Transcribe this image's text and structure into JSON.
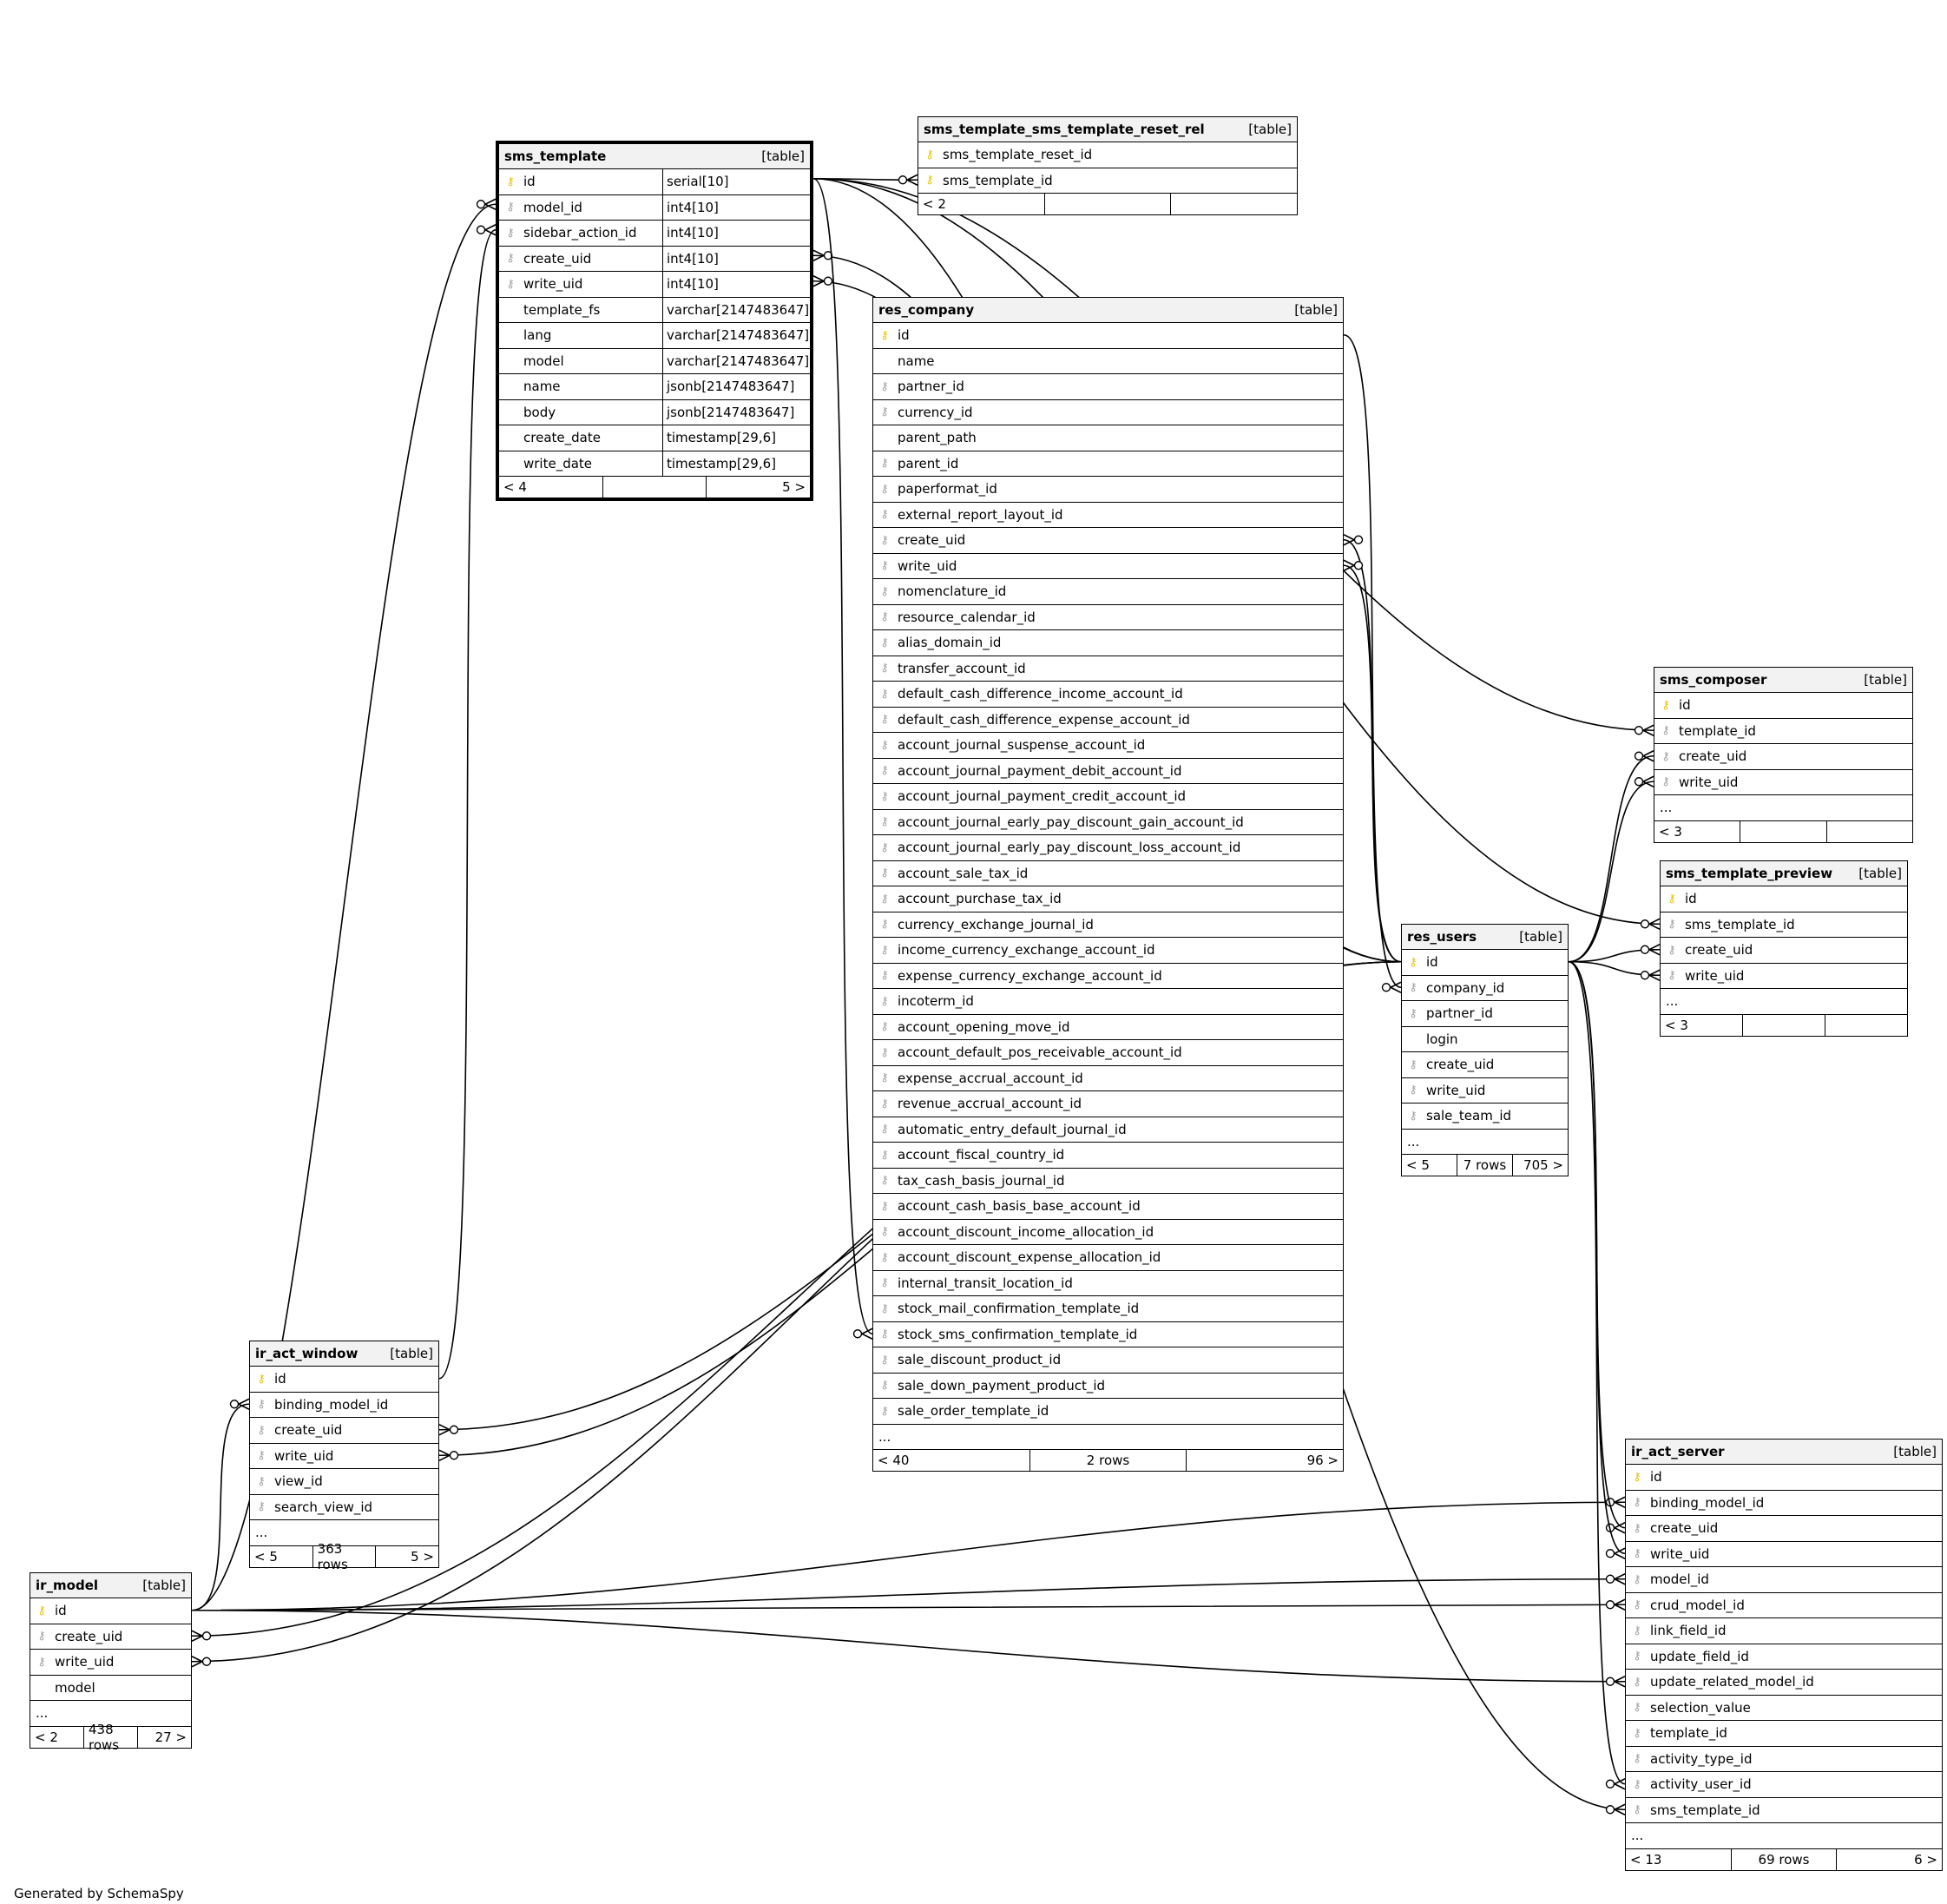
{
  "credit": "Generated by SchemaSpy",
  "tables": {
    "sms_template": {
      "name": "sms_template",
      "kind": "[table]",
      "columns": [
        {
          "name": "id",
          "type": "serial[10]",
          "key": "pk"
        },
        {
          "name": "model_id",
          "type": "int4[10]",
          "key": "fk"
        },
        {
          "name": "sidebar_action_id",
          "type": "int4[10]",
          "key": "fk"
        },
        {
          "name": "create_uid",
          "type": "int4[10]",
          "key": "fk"
        },
        {
          "name": "write_uid",
          "type": "int4[10]",
          "key": "fk"
        },
        {
          "name": "template_fs",
          "type": "varchar[2147483647]",
          "key": ""
        },
        {
          "name": "lang",
          "type": "varchar[2147483647]",
          "key": ""
        },
        {
          "name": "model",
          "type": "varchar[2147483647]",
          "key": ""
        },
        {
          "name": "name",
          "type": "jsonb[2147483647]",
          "key": ""
        },
        {
          "name": "body",
          "type": "jsonb[2147483647]",
          "key": ""
        },
        {
          "name": "create_date",
          "type": "timestamp[29,6]",
          "key": ""
        },
        {
          "name": "write_date",
          "type": "timestamp[29,6]",
          "key": ""
        }
      ],
      "more": "",
      "footer": [
        "< 4",
        "",
        "5 >"
      ]
    },
    "sms_template_sms_template_reset_rel": {
      "name": "sms_template_sms_template_reset_rel",
      "kind": "[table]",
      "columns": [
        {
          "name": "sms_template_reset_id",
          "key": "pk"
        },
        {
          "name": "sms_template_id",
          "key": "pk"
        }
      ],
      "more": "",
      "footer": [
        "< 2",
        "",
        ""
      ]
    },
    "res_company": {
      "name": "res_company",
      "kind": "[table]",
      "columns": [
        {
          "name": "id",
          "key": "pk"
        },
        {
          "name": "name",
          "key": ""
        },
        {
          "name": "partner_id",
          "key": "fk"
        },
        {
          "name": "currency_id",
          "key": "fk"
        },
        {
          "name": "parent_path",
          "key": ""
        },
        {
          "name": "parent_id",
          "key": "fk"
        },
        {
          "name": "paperformat_id",
          "key": "fk"
        },
        {
          "name": "external_report_layout_id",
          "key": "fk"
        },
        {
          "name": "create_uid",
          "key": "fk"
        },
        {
          "name": "write_uid",
          "key": "fk"
        },
        {
          "name": "nomenclature_id",
          "key": "fk"
        },
        {
          "name": "resource_calendar_id",
          "key": "fk"
        },
        {
          "name": "alias_domain_id",
          "key": "fk"
        },
        {
          "name": "transfer_account_id",
          "key": "fk"
        },
        {
          "name": "default_cash_difference_income_account_id",
          "key": "fk"
        },
        {
          "name": "default_cash_difference_expense_account_id",
          "key": "fk"
        },
        {
          "name": "account_journal_suspense_account_id",
          "key": "fk"
        },
        {
          "name": "account_journal_payment_debit_account_id",
          "key": "fk"
        },
        {
          "name": "account_journal_payment_credit_account_id",
          "key": "fk"
        },
        {
          "name": "account_journal_early_pay_discount_gain_account_id",
          "key": "fk"
        },
        {
          "name": "account_journal_early_pay_discount_loss_account_id",
          "key": "fk"
        },
        {
          "name": "account_sale_tax_id",
          "key": "fk"
        },
        {
          "name": "account_purchase_tax_id",
          "key": "fk"
        },
        {
          "name": "currency_exchange_journal_id",
          "key": "fk"
        },
        {
          "name": "income_currency_exchange_account_id",
          "key": "fk"
        },
        {
          "name": "expense_currency_exchange_account_id",
          "key": "fk"
        },
        {
          "name": "incoterm_id",
          "key": "fk"
        },
        {
          "name": "account_opening_move_id",
          "key": "fk"
        },
        {
          "name": "account_default_pos_receivable_account_id",
          "key": "fk"
        },
        {
          "name": "expense_accrual_account_id",
          "key": "fk"
        },
        {
          "name": "revenue_accrual_account_id",
          "key": "fk"
        },
        {
          "name": "automatic_entry_default_journal_id",
          "key": "fk"
        },
        {
          "name": "account_fiscal_country_id",
          "key": "fk"
        },
        {
          "name": "tax_cash_basis_journal_id",
          "key": "fk"
        },
        {
          "name": "account_cash_basis_base_account_id",
          "key": "fk"
        },
        {
          "name": "account_discount_income_allocation_id",
          "key": "fk"
        },
        {
          "name": "account_discount_expense_allocation_id",
          "key": "fk"
        },
        {
          "name": "internal_transit_location_id",
          "key": "fk"
        },
        {
          "name": "stock_mail_confirmation_template_id",
          "key": "fk"
        },
        {
          "name": "stock_sms_confirmation_template_id",
          "key": "fk"
        },
        {
          "name": "sale_discount_product_id",
          "key": "fk"
        },
        {
          "name": "sale_down_payment_product_id",
          "key": "fk"
        },
        {
          "name": "sale_order_template_id",
          "key": "fk"
        }
      ],
      "more": "...",
      "footer": [
        "< 40",
        "2 rows",
        "96 >"
      ]
    },
    "sms_composer": {
      "name": "sms_composer",
      "kind": "[table]",
      "columns": [
        {
          "name": "id",
          "key": "pk"
        },
        {
          "name": "template_id",
          "key": "fk"
        },
        {
          "name": "create_uid",
          "key": "fk"
        },
        {
          "name": "write_uid",
          "key": "fk"
        }
      ],
      "more": "...",
      "footer": [
        "< 3",
        "",
        ""
      ]
    },
    "sms_template_preview": {
      "name": "sms_template_preview",
      "kind": "[table]",
      "columns": [
        {
          "name": "id",
          "key": "pk"
        },
        {
          "name": "sms_template_id",
          "key": "fk"
        },
        {
          "name": "create_uid",
          "key": "fk"
        },
        {
          "name": "write_uid",
          "key": "fk"
        }
      ],
      "more": "...",
      "footer": [
        "< 3",
        "",
        ""
      ]
    },
    "res_users": {
      "name": "res_users",
      "kind": "[table]",
      "columns": [
        {
          "name": "id",
          "key": "pk"
        },
        {
          "name": "company_id",
          "key": "fk"
        },
        {
          "name": "partner_id",
          "key": "fk"
        },
        {
          "name": "login",
          "key": ""
        },
        {
          "name": "create_uid",
          "key": "fk"
        },
        {
          "name": "write_uid",
          "key": "fk"
        },
        {
          "name": "sale_team_id",
          "key": "fk"
        }
      ],
      "more": "...",
      "footer": [
        "< 5",
        "7 rows",
        "705 >"
      ]
    },
    "ir_act_window": {
      "name": "ir_act_window",
      "kind": "[table]",
      "columns": [
        {
          "name": "id",
          "key": "pk"
        },
        {
          "name": "binding_model_id",
          "key": "fk"
        },
        {
          "name": "create_uid",
          "key": "fk"
        },
        {
          "name": "write_uid",
          "key": "fk"
        },
        {
          "name": "view_id",
          "key": "fk"
        },
        {
          "name": "search_view_id",
          "key": "fk"
        }
      ],
      "more": "...",
      "footer": [
        "< 5",
        "363 rows",
        "5 >"
      ]
    },
    "ir_model": {
      "name": "ir_model",
      "kind": "[table]",
      "columns": [
        {
          "name": "id",
          "key": "pk"
        },
        {
          "name": "create_uid",
          "key": "fk"
        },
        {
          "name": "write_uid",
          "key": "fk"
        },
        {
          "name": "model",
          "key": ""
        }
      ],
      "more": "...",
      "footer": [
        "< 2",
        "438 rows",
        "27 >"
      ]
    },
    "ir_act_server": {
      "name": "ir_act_server",
      "kind": "[table]",
      "columns": [
        {
          "name": "id",
          "key": "pk"
        },
        {
          "name": "binding_model_id",
          "key": "fk"
        },
        {
          "name": "create_uid",
          "key": "fk"
        },
        {
          "name": "write_uid",
          "key": "fk"
        },
        {
          "name": "model_id",
          "key": "fk"
        },
        {
          "name": "crud_model_id",
          "key": "fk"
        },
        {
          "name": "link_field_id",
          "key": "fk"
        },
        {
          "name": "update_field_id",
          "key": "fk"
        },
        {
          "name": "update_related_model_id",
          "key": "fk"
        },
        {
          "name": "selection_value",
          "key": "fk"
        },
        {
          "name": "template_id",
          "key": "fk"
        },
        {
          "name": "activity_type_id",
          "key": "fk"
        },
        {
          "name": "activity_user_id",
          "key": "fk"
        },
        {
          "name": "sms_template_id",
          "key": "fk"
        }
      ],
      "more": "...",
      "footer": [
        "< 13",
        "69 rows",
        "6 >"
      ]
    }
  },
  "relations": [
    {
      "from": "sms_template.create_uid",
      "to": "res_users.id"
    },
    {
      "from": "sms_template.write_uid",
      "to": "res_users.id"
    },
    {
      "from": "sms_template.model_id",
      "to": "ir_model.id"
    },
    {
      "from": "sms_template.sidebar_action_id",
      "to": "ir_act_window.id"
    },
    {
      "from": "sms_template_sms_template_reset_rel.sms_template_id",
      "to": "sms_template.id"
    },
    {
      "from": "res_company.create_uid",
      "to": "res_users.id"
    },
    {
      "from": "res_company.write_uid",
      "to": "res_users.id"
    },
    {
      "from": "res_company.stock_sms_confirmation_template_id",
      "to": "sms_template.id"
    },
    {
      "from": "res_users.company_id",
      "to": "res_company.id"
    },
    {
      "from": "sms_composer.template_id",
      "to": "sms_template.id"
    },
    {
      "from": "sms_composer.create_uid",
      "to": "res_users.id"
    },
    {
      "from": "sms_composer.write_uid",
      "to": "res_users.id"
    },
    {
      "from": "sms_template_preview.sms_template_id",
      "to": "sms_template.id"
    },
    {
      "from": "sms_template_preview.create_uid",
      "to": "res_users.id"
    },
    {
      "from": "sms_template_preview.write_uid",
      "to": "res_users.id"
    },
    {
      "from": "ir_act_window.binding_model_id",
      "to": "ir_model.id"
    },
    {
      "from": "ir_act_window.create_uid",
      "to": "res_users.id"
    },
    {
      "from": "ir_act_window.write_uid",
      "to": "res_users.id"
    },
    {
      "from": "ir_model.create_uid",
      "to": "res_users.id"
    },
    {
      "from": "ir_model.write_uid",
      "to": "res_users.id"
    },
    {
      "from": "ir_act_server.binding_model_id",
      "to": "ir_model.id"
    },
    {
      "from": "ir_act_server.create_uid",
      "to": "res_users.id"
    },
    {
      "from": "ir_act_server.write_uid",
      "to": "res_users.id"
    },
    {
      "from": "ir_act_server.model_id",
      "to": "ir_model.id"
    },
    {
      "from": "ir_act_server.crud_model_id",
      "to": "ir_model.id"
    },
    {
      "from": "ir_act_server.update_related_model_id",
      "to": "ir_model.id"
    },
    {
      "from": "ir_act_server.activity_user_id",
      "to": "res_users.id"
    },
    {
      "from": "ir_act_server.sms_template_id",
      "to": "sms_template.id"
    }
  ]
}
